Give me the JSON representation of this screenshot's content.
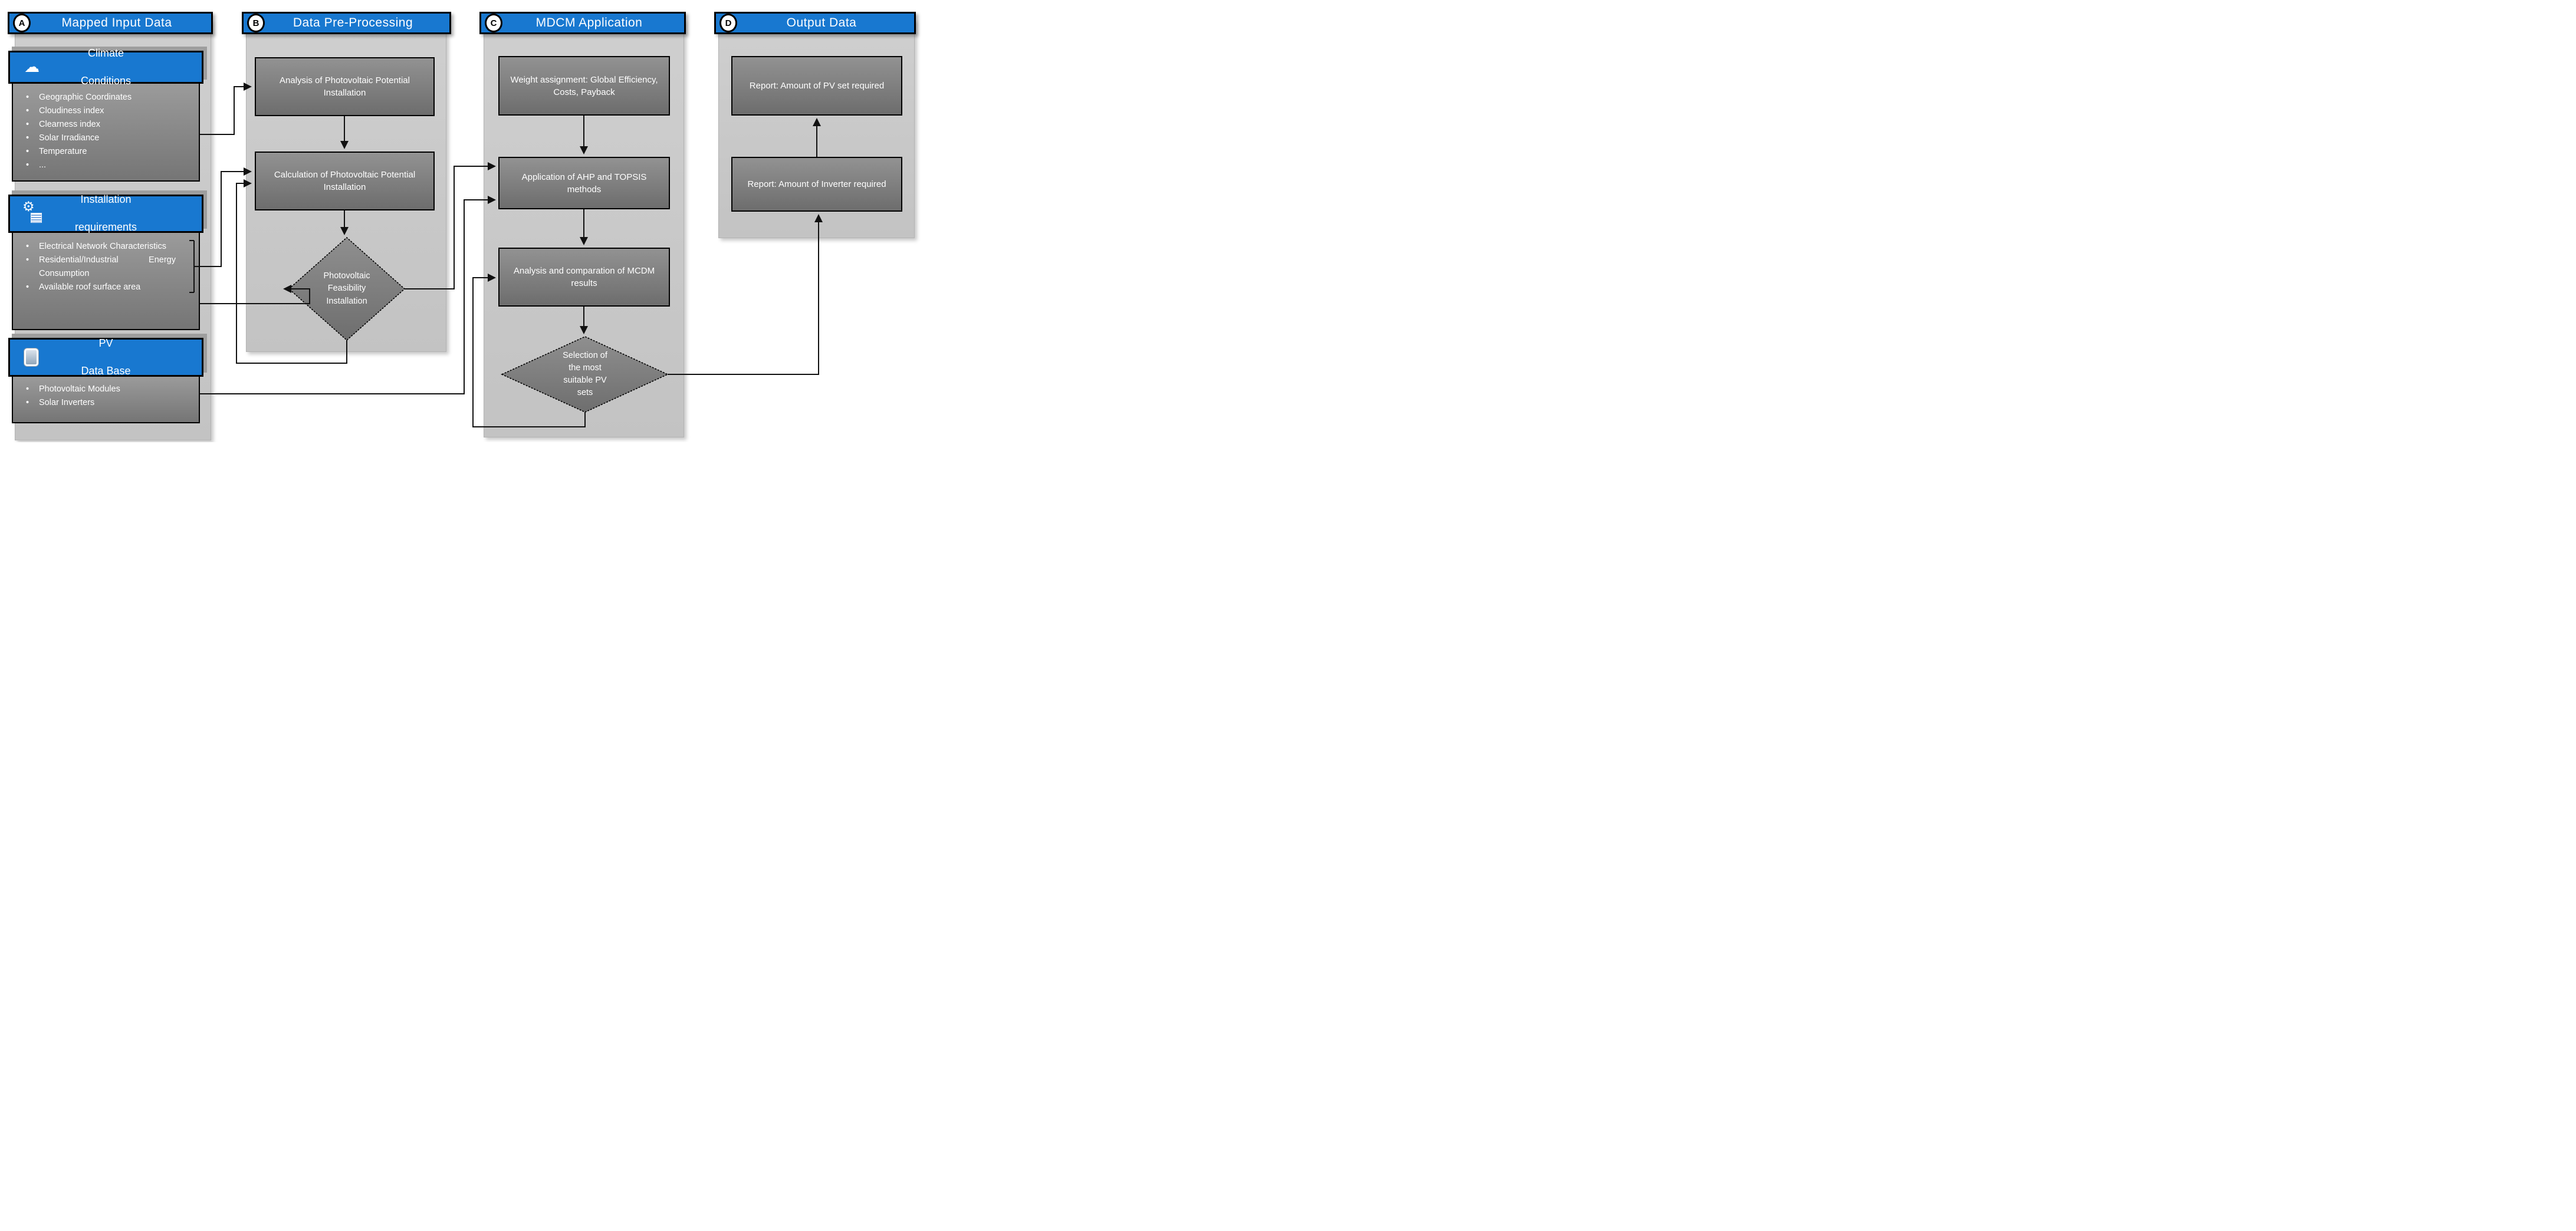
{
  "columns": {
    "a": {
      "letter": "A",
      "title": "Mapped Input Data",
      "cards": [
        {
          "icon": "cloud-icon",
          "title_lines": [
            "Climate",
            "Conditions"
          ],
          "bullets": [
            "Geographic Coordinates",
            "Cloudiness index",
            "Clearness index",
            "Solar Irradiance",
            "Temperature",
            "..."
          ]
        },
        {
          "icon": "gears-icon",
          "title_lines": [
            "Installation",
            "requirements"
          ],
          "bullets": [
            "Electrical Network Characteristics",
            "Residential/Industrial Energy Consumption",
            "Available roof surface area"
          ]
        },
        {
          "icon": "chip-icon",
          "title_lines": [
            "PV",
            "Data Base"
          ],
          "bullets": [
            "Photovoltaic Modules",
            "Solar Inverters"
          ]
        }
      ]
    },
    "b": {
      "letter": "B",
      "title": "Data Pre-Processing",
      "nodes": [
        "Analysis of Photovoltaic Potential Installation",
        "Calculation of Photovoltaic Potential Installation"
      ],
      "decision": "Photovoltaic\nFeasibility\nInstallation"
    },
    "c": {
      "letter": "C",
      "title": "MDCM Application",
      "nodes": [
        "Weight assignment: Global Efficiency, Costs, Payback",
        "Application of AHP and TOPSIS methods",
        "Analysis and comparation of MCDM results"
      ],
      "decision": "Selection of\nthe most\nsuitable PV\nsets"
    },
    "d": {
      "letter": "D",
      "title": "Output Data",
      "nodes": [
        "Report: Amount of PV set required",
        "Report: Amount of Inverter required"
      ]
    }
  },
  "colors": {
    "accent_blue": "#1878D0",
    "node_gray": "#8a8a8a",
    "container_gray": "#c9c9c9",
    "line_black": "#111111"
  }
}
